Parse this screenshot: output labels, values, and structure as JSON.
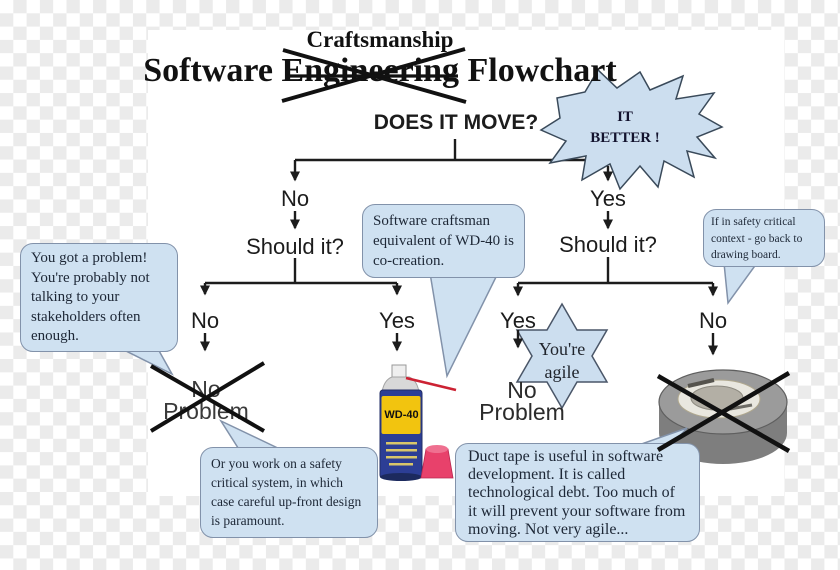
{
  "title": {
    "prefix": "Software",
    "struck": "Engineering",
    "suffix": "Flowchart",
    "replacement": "Craftsmanship"
  },
  "flowchart": {
    "root_question": "DOES IT MOVE?",
    "left": {
      "branch_label": "No",
      "question": "Should it?",
      "no_label": "No",
      "yes_label": "Yes",
      "no_result": {
        "line1": "No",
        "line2": "Problem"
      }
    },
    "right": {
      "branch_label": "Yes",
      "question": "Should it?",
      "yes_label": "Yes",
      "no_label": "No",
      "yes_result": {
        "line1": "No",
        "line2": "Problem"
      }
    }
  },
  "starburst": {
    "line1": "IT",
    "line2": "BETTER !"
  },
  "agile_star": {
    "line1": "You're",
    "line2": "agile"
  },
  "bubbles": {
    "stakeholders": "You got a problem! You're probably not talking to your stakeholders often enough.",
    "cocreation": "Software craftsman equivalent of WD-40 is co-creation.",
    "safety_context": "If in safety critical context - go back to drawing board.",
    "safety_system": "Or you work on a safety critical system, in which case careful up-front design is paramount.",
    "duct_tape": "Duct tape is useful in software development. It is called technological debt. Too much of it will prevent your software from moving. Not very agile..."
  },
  "wd40": {
    "label": "WD-40"
  },
  "colors": {
    "bubble_fill": "#cfe1f1",
    "bubble_border": "#8292aa",
    "line_black": "#1c1c1c",
    "can_blue": "#2c3e95",
    "label_yellow": "#f2c40f",
    "cap_red": "#e8416b",
    "straw_red": "#cc2233",
    "tape_gray": "#9b9b9b",
    "checker_gray": "#ebebeb"
  }
}
